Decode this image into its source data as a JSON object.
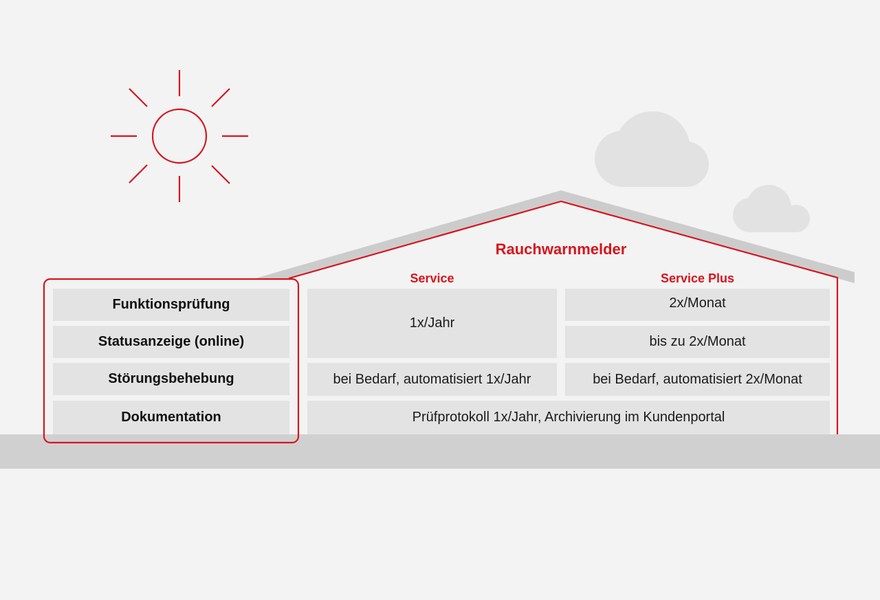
{
  "title": "Rauchwarnmelder",
  "columns": {
    "service": "Service",
    "service_plus": "Service Plus"
  },
  "rows": {
    "funktionspruefung": {
      "label": "Funktionsprüfung",
      "service_plus": "2x/Monat"
    },
    "statusanzeige": {
      "label": "Statusanzeige (online)",
      "service_plus": "bis zu 2x/Monat"
    },
    "stoerungsbehebung": {
      "label": "Störungsbehebung",
      "service": "bei Bedarf, automatisiert 1x/Jahr",
      "service_plus": "bei Bedarf, automatisiert 2x/Monat"
    },
    "dokumentation": {
      "label": "Dokumentation",
      "shared": "Prüfprotokoll 1x/Jahr, Archivierung im Kundenportal"
    }
  },
  "merged_service_top": "1x/Jahr",
  "colors": {
    "accent_red": "#d8141d",
    "cell_gray": "#e3e3e3",
    "roof_gray": "#cccccc",
    "cloud_gray": "#e2e2e2",
    "ground_gray": "#d0d0d0",
    "background": "#f3f3f3"
  },
  "icons": [
    "sun-icon",
    "cloud-icon",
    "house-outline"
  ]
}
